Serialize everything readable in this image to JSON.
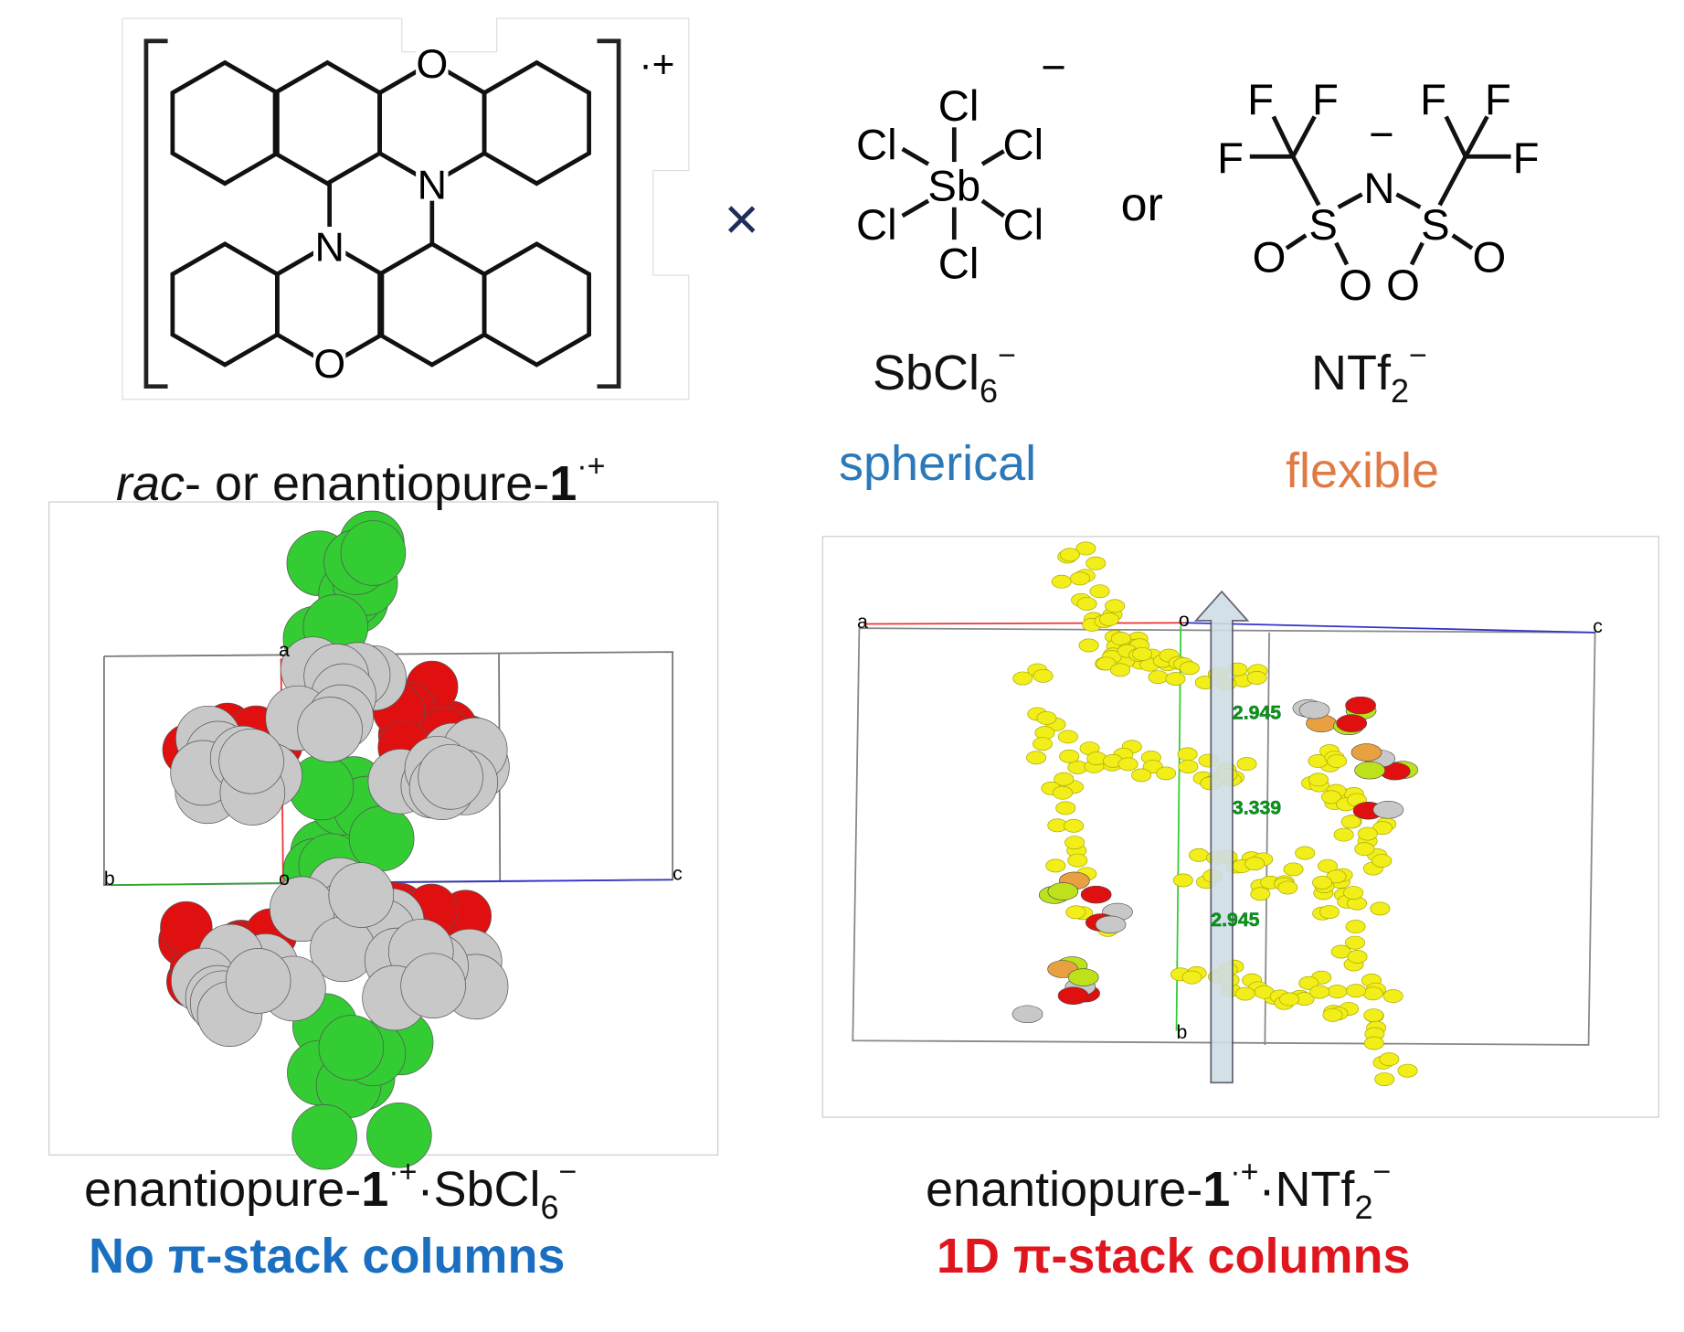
{
  "colors": {
    "spherical": "#2b79b9",
    "flexible": "#e07a45",
    "no_stack": "#1a6fc0",
    "stack": "#e0161e",
    "cross": "#1f2d5a",
    "green": "#33cc33",
    "gray": "#c8c8c8",
    "oxygen": "#e01010",
    "yellow": "#f2ee1a",
    "arrow": "#cfdde6"
  },
  "cation": {
    "atoms": {
      "o_top": "O",
      "n_mid": "N",
      "n_low": "N",
      "o_bottom": "O"
    },
    "charge": "·+",
    "caption_prefix": "rac",
    "caption_rest": "- or enantiopure-",
    "caption_num": "1",
    "caption_charge": "·+"
  },
  "times": "×",
  "or": "or",
  "sbcl6": {
    "center": "Sb",
    "ligands": [
      "Cl",
      "Cl",
      "Cl",
      "Cl",
      "Cl",
      "Cl"
    ],
    "charge": "−",
    "label_main": "SbCl",
    "label_sub": "6",
    "label_sup": "−",
    "descriptor": "spherical"
  },
  "ntf2": {
    "atoms": {
      "f": "F",
      "n": "N",
      "s": "S",
      "o": "O"
    },
    "charge": "−",
    "label_main": "NTf",
    "label_sub": "2",
    "label_sup": "−",
    "descriptor": "flexible"
  },
  "left_panel": {
    "axes": {
      "a": "a",
      "b": "b",
      "o": "o",
      "c": "c"
    },
    "caption_pre": "enantiopure-",
    "caption_num": "1",
    "caption_charge": "·+",
    "caption_anion": "·SbCl",
    "caption_sub": "6",
    "caption_sup": "−",
    "conclusion": "No π-stack columns"
  },
  "right_panel": {
    "axes": {
      "a": "a",
      "b": "b",
      "o": "o",
      "c": "c"
    },
    "distances": [
      "2.945",
      "3.339",
      "2.945"
    ],
    "caption_pre": "enantiopure-",
    "caption_num": "1",
    "caption_charge": "·+",
    "caption_anion": "·NTf",
    "caption_sub": "2",
    "caption_sup": "−",
    "conclusion": "1D π-stack columns"
  }
}
